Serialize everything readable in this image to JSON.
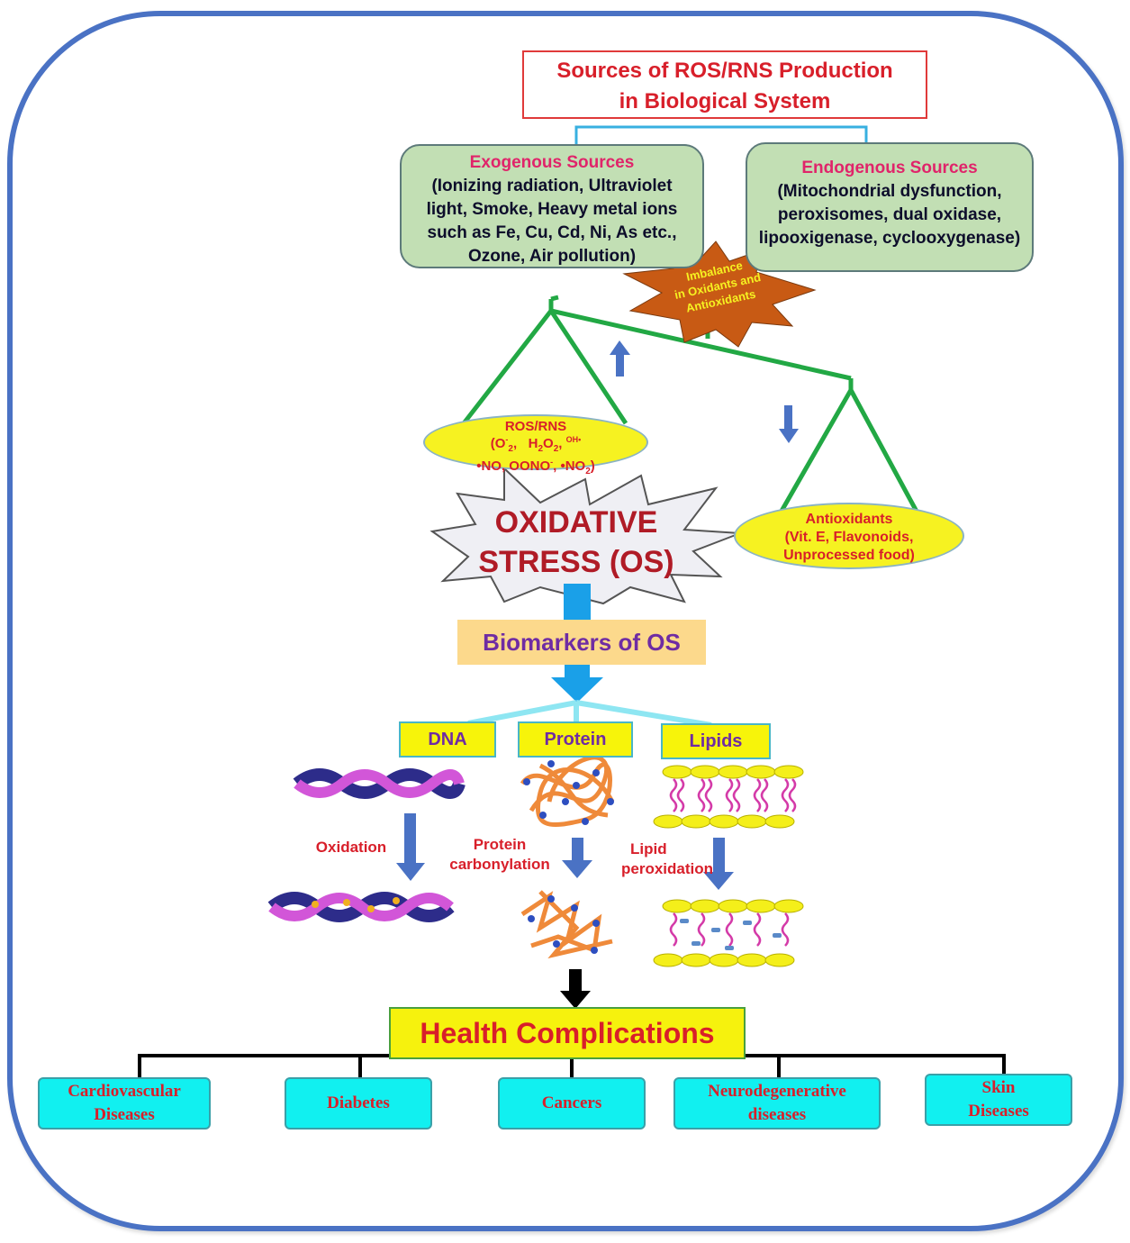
{
  "title": {
    "line1": "Sources of ROS/RNS Production",
    "line2": "in Biological System"
  },
  "exogenous": {
    "heading": "Exogenous Sources",
    "lines": [
      "(Ionizing radiation, Ultraviolet",
      "light, Smoke, Heavy metal ions",
      "such as Fe, Cu, Cd, Ni, As etc.,",
      "Ozone, Air pollution)"
    ]
  },
  "endogenous": {
    "heading": "Endogenous Sources",
    "lines": [
      "(Mitochondrial dysfunction,",
      "peroxisomes, dual oxidase,",
      "lipooxigenase, cyclooxygenase)"
    ]
  },
  "imbalance": {
    "lines": [
      "Imbalance",
      "in Oxidants and",
      "Antioxidants"
    ]
  },
  "ros": {
    "title": "ROS/RNS",
    "o2": "O",
    "o2_sup": "-",
    "o2_sub": "2",
    "h2o2_a": "H",
    "h2o2_b": "2",
    "h2o2_c": "O",
    "h2o2_d": "2",
    "oh": "OH•",
    "line3": "•NO, OONO",
    "line3_sup": "-",
    "line3_b": ", •NO",
    "line3_sub": "2",
    "line3_c": ")"
  },
  "antioxidants": {
    "lines": [
      "Antioxidants",
      "(Vit. E, Flavonoids,",
      "Unprocessed food)"
    ]
  },
  "oxidative_stress": {
    "line1": "OXIDATIVE",
    "line2": "STRESS (OS)"
  },
  "biomarkers": "Biomarkers of OS",
  "targets": {
    "dna": "DNA",
    "protein": "Protein",
    "lipids": "Lipids"
  },
  "processes": {
    "dna": "Oxidation",
    "protein_1": "Protein",
    "protein_2": "carbonylation",
    "lipid_1": "Lipid",
    "lipid_2": "peroxidation"
  },
  "health": "Health Complications",
  "diseases": [
    {
      "l1": "Cardiovascular",
      "l2": "Diseases"
    },
    {
      "l1": "Diabetes",
      "l2": ""
    },
    {
      "l1": "Cancers",
      "l2": ""
    },
    {
      "l1": "Neurodegenerative",
      "l2": "diseases"
    },
    {
      "l1": "Skin",
      "l2": "Diseases"
    }
  ],
  "colors": {
    "frame": "#4a72c4",
    "title_red": "#d81f2a",
    "source_fill": "#c2dfb4",
    "balance_green": "#22a844",
    "arrow_blue": "#4a72c4",
    "fat_arrow": "#1aa0e8",
    "yellow": "#f6f221",
    "cyan": "#11f0f0",
    "purple": "#6f2ca3",
    "orange_star": "#c85a14"
  }
}
